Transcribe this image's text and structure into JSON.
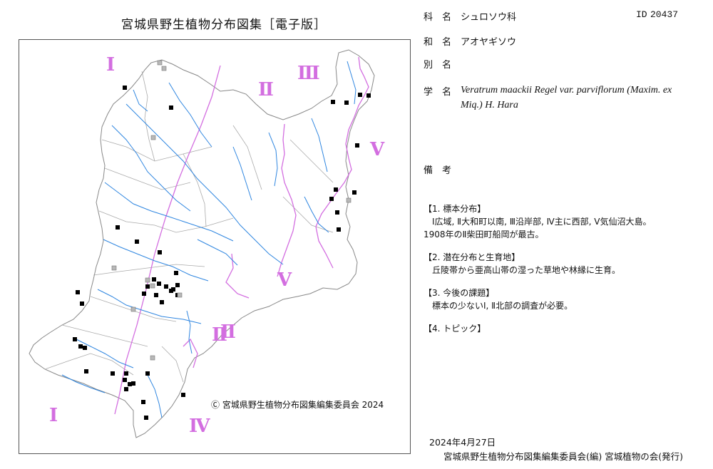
{
  "title": "宮城県野生植物分布図集［電子版］",
  "copyright": "Ⓒ 宮城県野生植物分布図集編集委員会 2024",
  "map": {
    "region_labels": [
      "Ⅰ",
      "Ⅱ",
      "Ⅲ",
      "Ⅱ",
      "Ⅴ",
      "Ⅴ",
      "Ⅱ",
      "Ⅰ",
      "Ⅳ"
    ],
    "region_label_color": "#d36ee0",
    "boundary_color": "#d36ee0",
    "river_color": "#2f86e0",
    "outline_color": "#888888",
    "marker_color": "#000000",
    "marker_gray_color": "#b8b8b8"
  },
  "info": {
    "family_label": "科　名",
    "family": "シュロソウ科",
    "id_label": "ID",
    "id": "20437",
    "japanese_label": "和　名",
    "japanese_name": "アオヤギソウ",
    "alias_label": "別　名",
    "alias": "",
    "scientific_label": "学　名",
    "scientific_name": "Veratrum maackii Regel var. parviflorum (Maxim. ex Miq.) H. Hara",
    "remarks_label": "備　考",
    "remarks": ""
  },
  "notes": [
    "【1. 標本分布】",
    "　Ⅰ広域, Ⅱ大和町以南, Ⅲ沿岸部, Ⅳ主に西部, Ⅴ気仙沼大島。",
    "1908年のⅡ柴田町船岡が最古。",
    "",
    "【2. 潜在分布と生育地】",
    "　丘陵帯から亜高山帯の湿った草地や林縁に生育。",
    "",
    "【3. 今後の課題】",
    "　標本の少ないⅠ, Ⅱ北部の調査が必要。",
    "",
    "【4. トピック】"
  ],
  "footer": {
    "date": "2024年4月27日",
    "publisher": "宮城県野生植物分布図集編集委員会(編)  宮城植物の会(発行)"
  }
}
